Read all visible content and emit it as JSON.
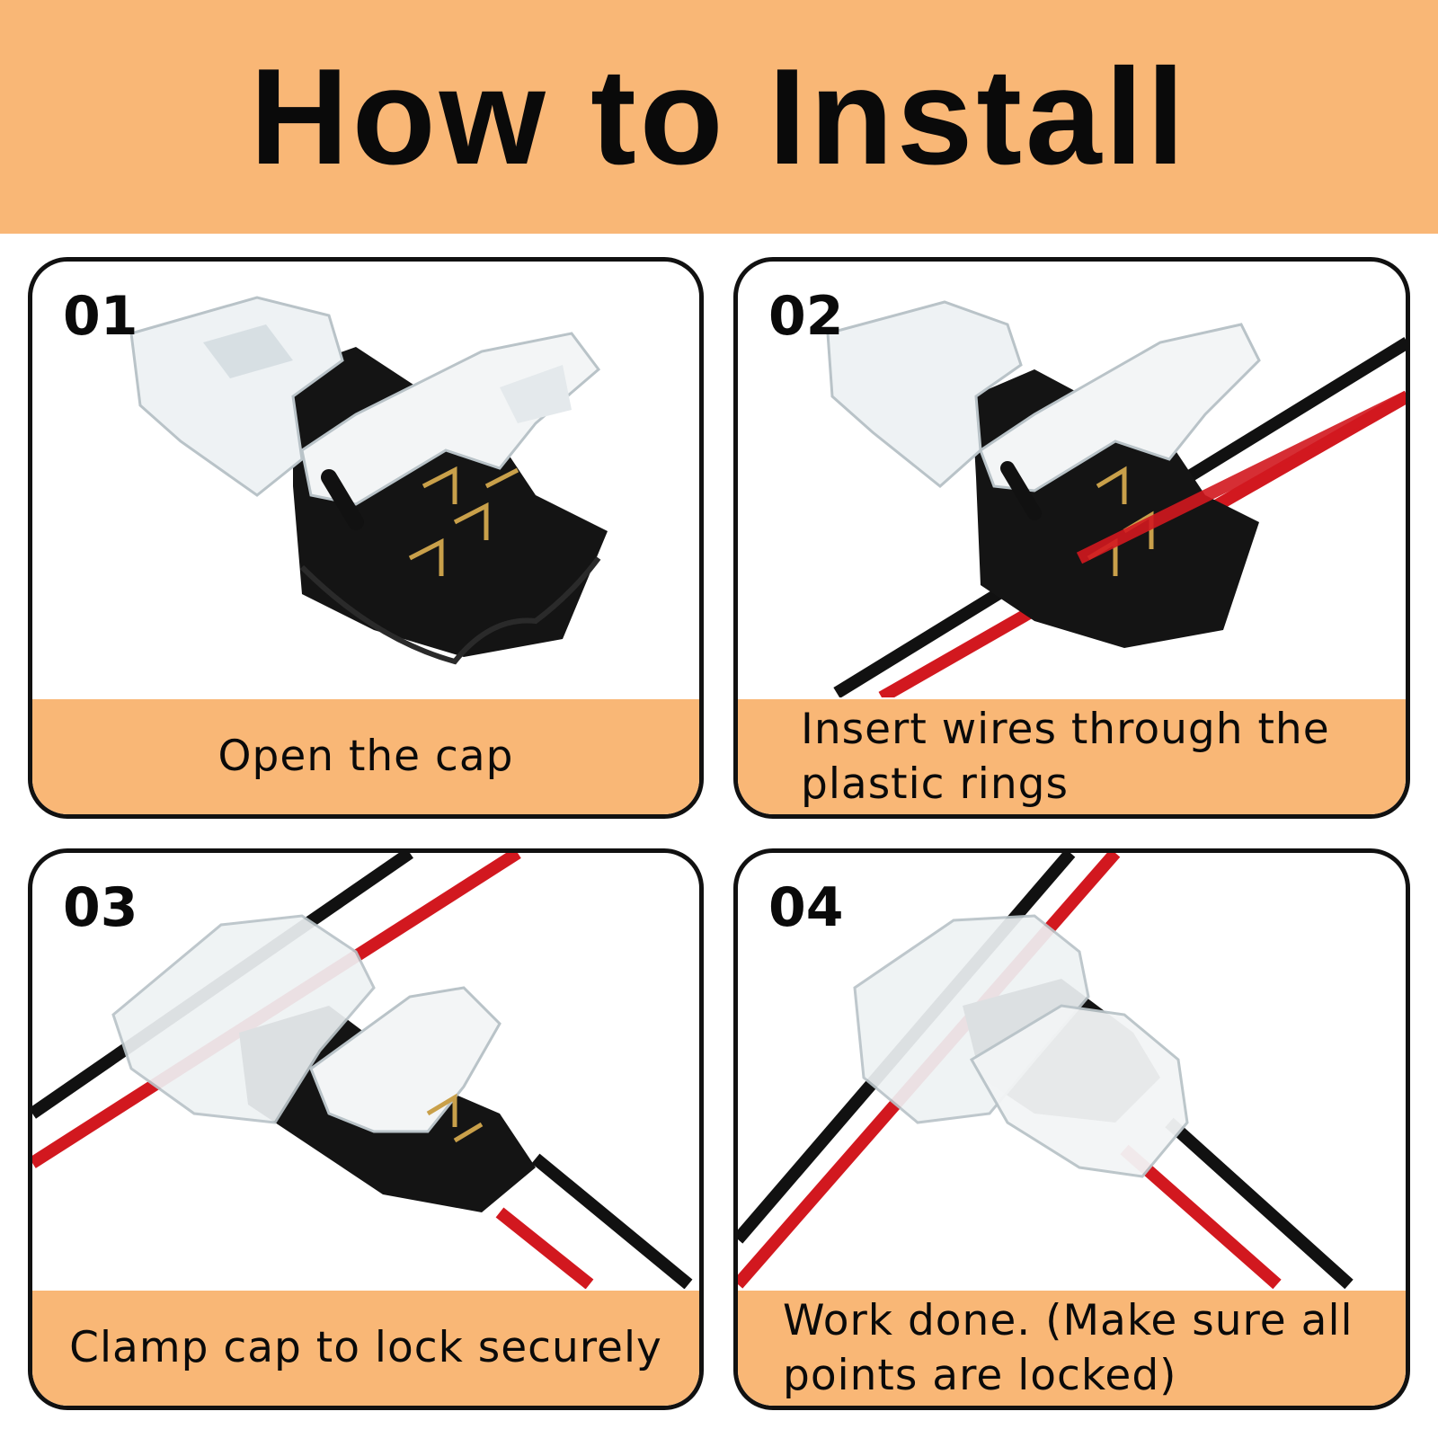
{
  "title": "How to Install",
  "steps": [
    {
      "number": "01",
      "caption": "Open the cap"
    },
    {
      "number": "02",
      "caption_line1": "Insert wires through the",
      "caption_line2": "plastic rings"
    },
    {
      "number": "03",
      "caption": "Clamp cap to lock securely"
    },
    {
      "number": "04",
      "caption_line1": "Work done. (Make sure all",
      "caption_line2": "points are locked)"
    }
  ],
  "colors": {
    "accent": "#f9b776",
    "border": "#111111",
    "text": "#0a0a0a"
  }
}
